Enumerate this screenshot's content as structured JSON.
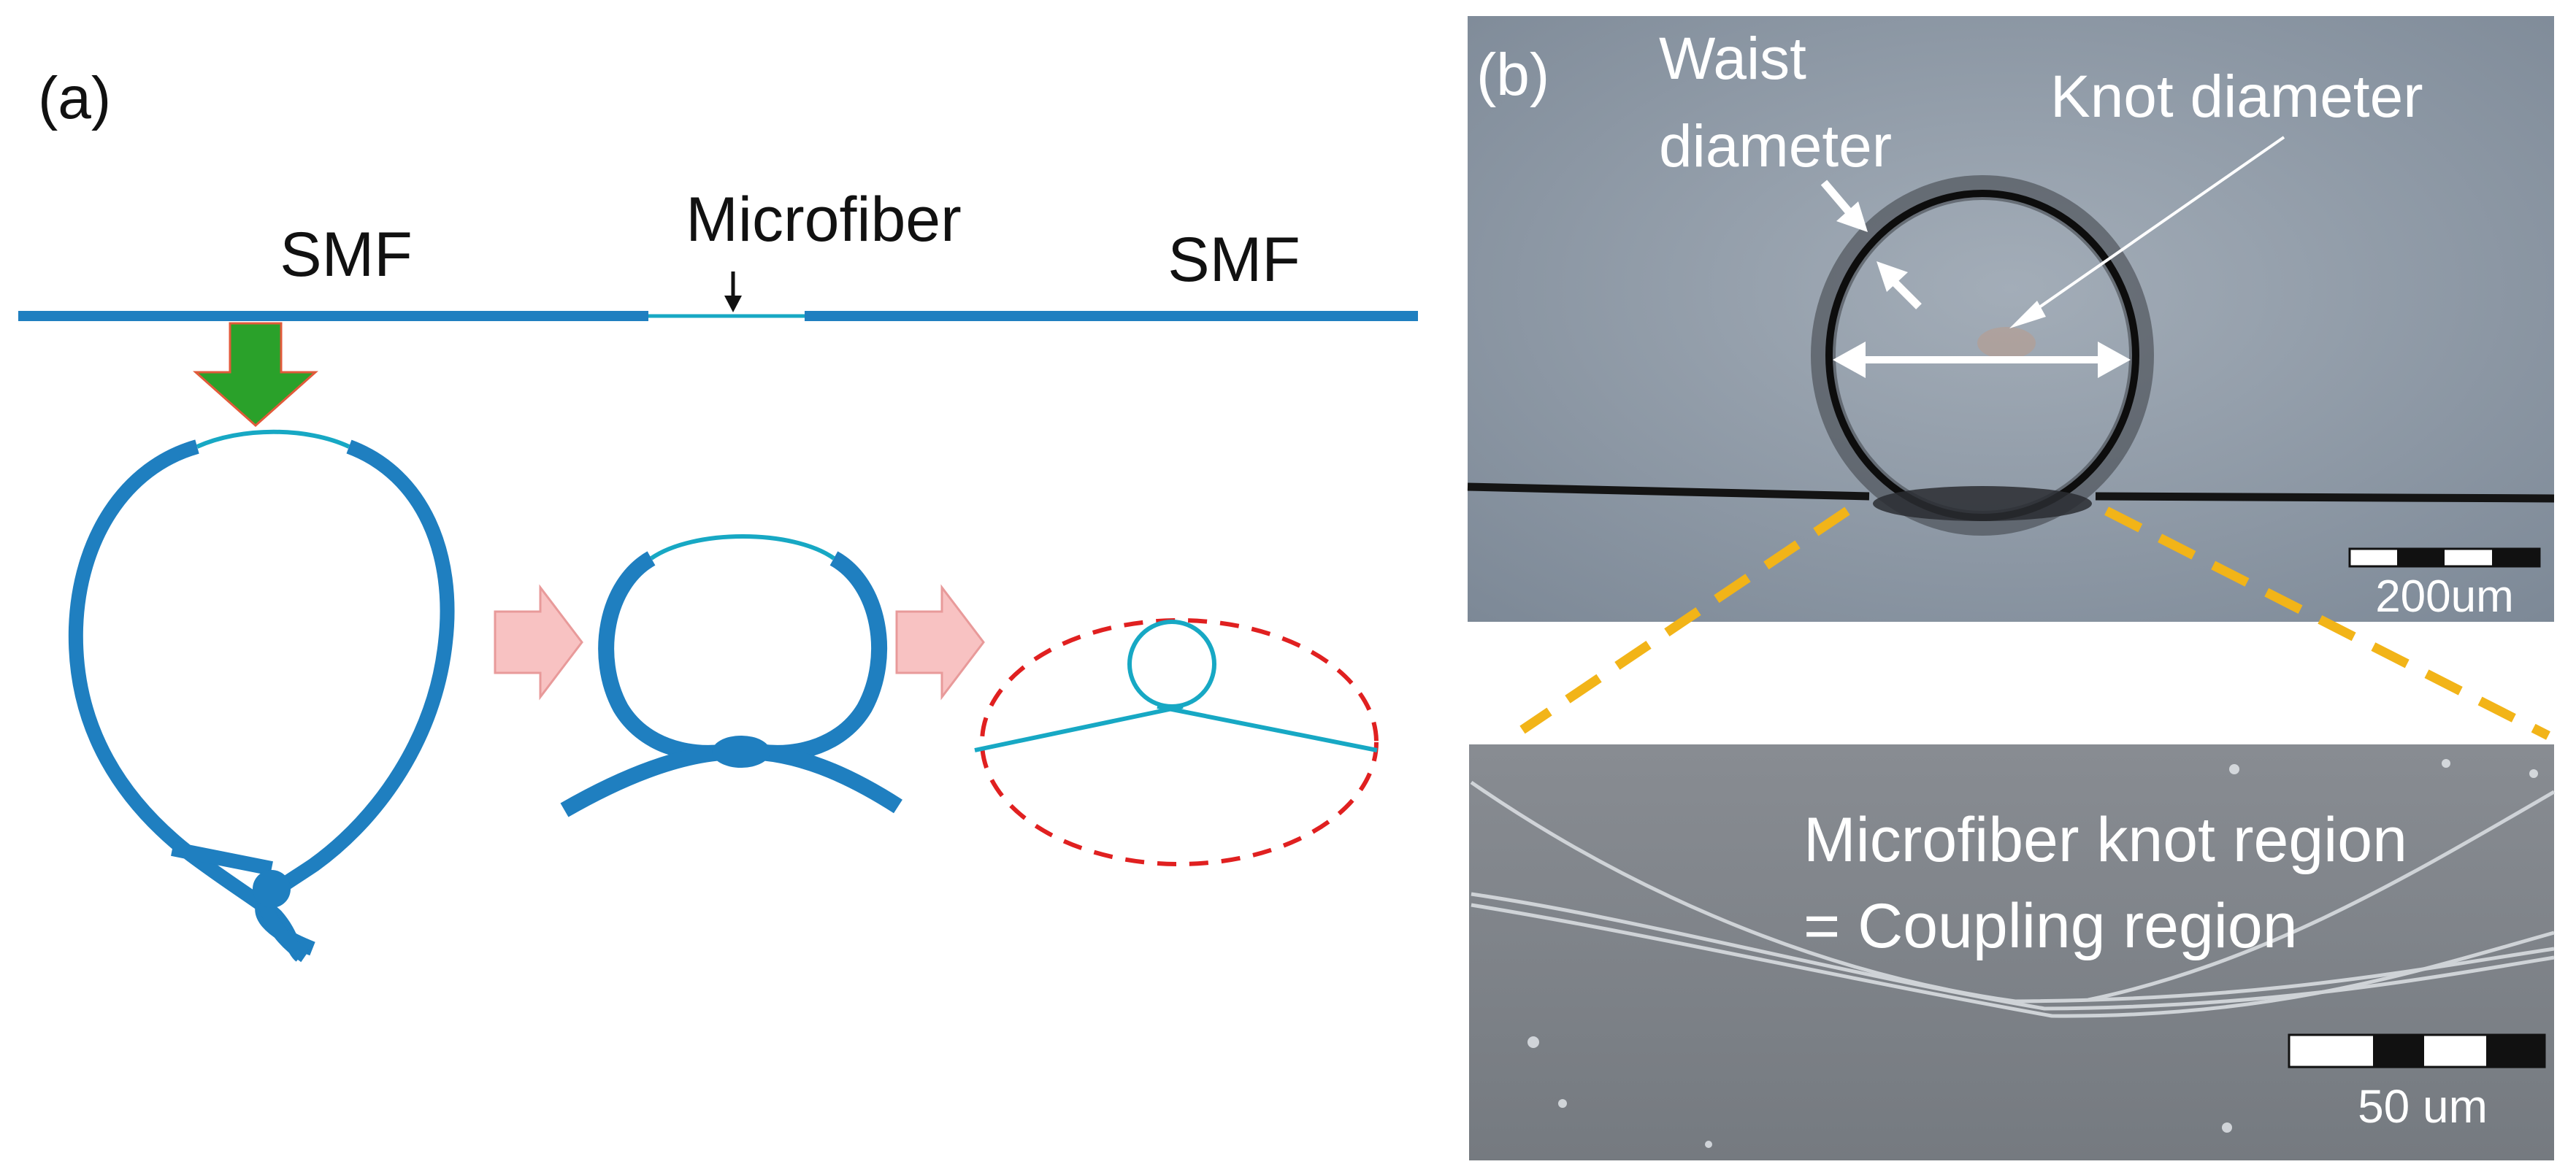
{
  "panel_a": {
    "label": "(a)",
    "smf_left": "SMF",
    "microfiber": "Microfiber",
    "smf_right": "SMF"
  },
  "panel_b": {
    "label": "(b)",
    "waist_line1": "Waist",
    "waist_line2": "diameter",
    "knot_diameter": "Knot diameter",
    "scale_top": "200um",
    "zoom_text_line1": "Microfiber knot region",
    "zoom_text_line2": "= Coupling region",
    "scale_bottom": "50 um"
  },
  "colors": {
    "fiber": "#1f7fc0",
    "microfiber": "#17a8c4",
    "down_arrow": "#2aa12a",
    "step_arrow": "#f8c2c2",
    "dashed_ellipse": "#e02020",
    "zoom_lines": "#f2b418",
    "photo_top": "#8c98a4",
    "photo_bottom": "#7d8288"
  }
}
